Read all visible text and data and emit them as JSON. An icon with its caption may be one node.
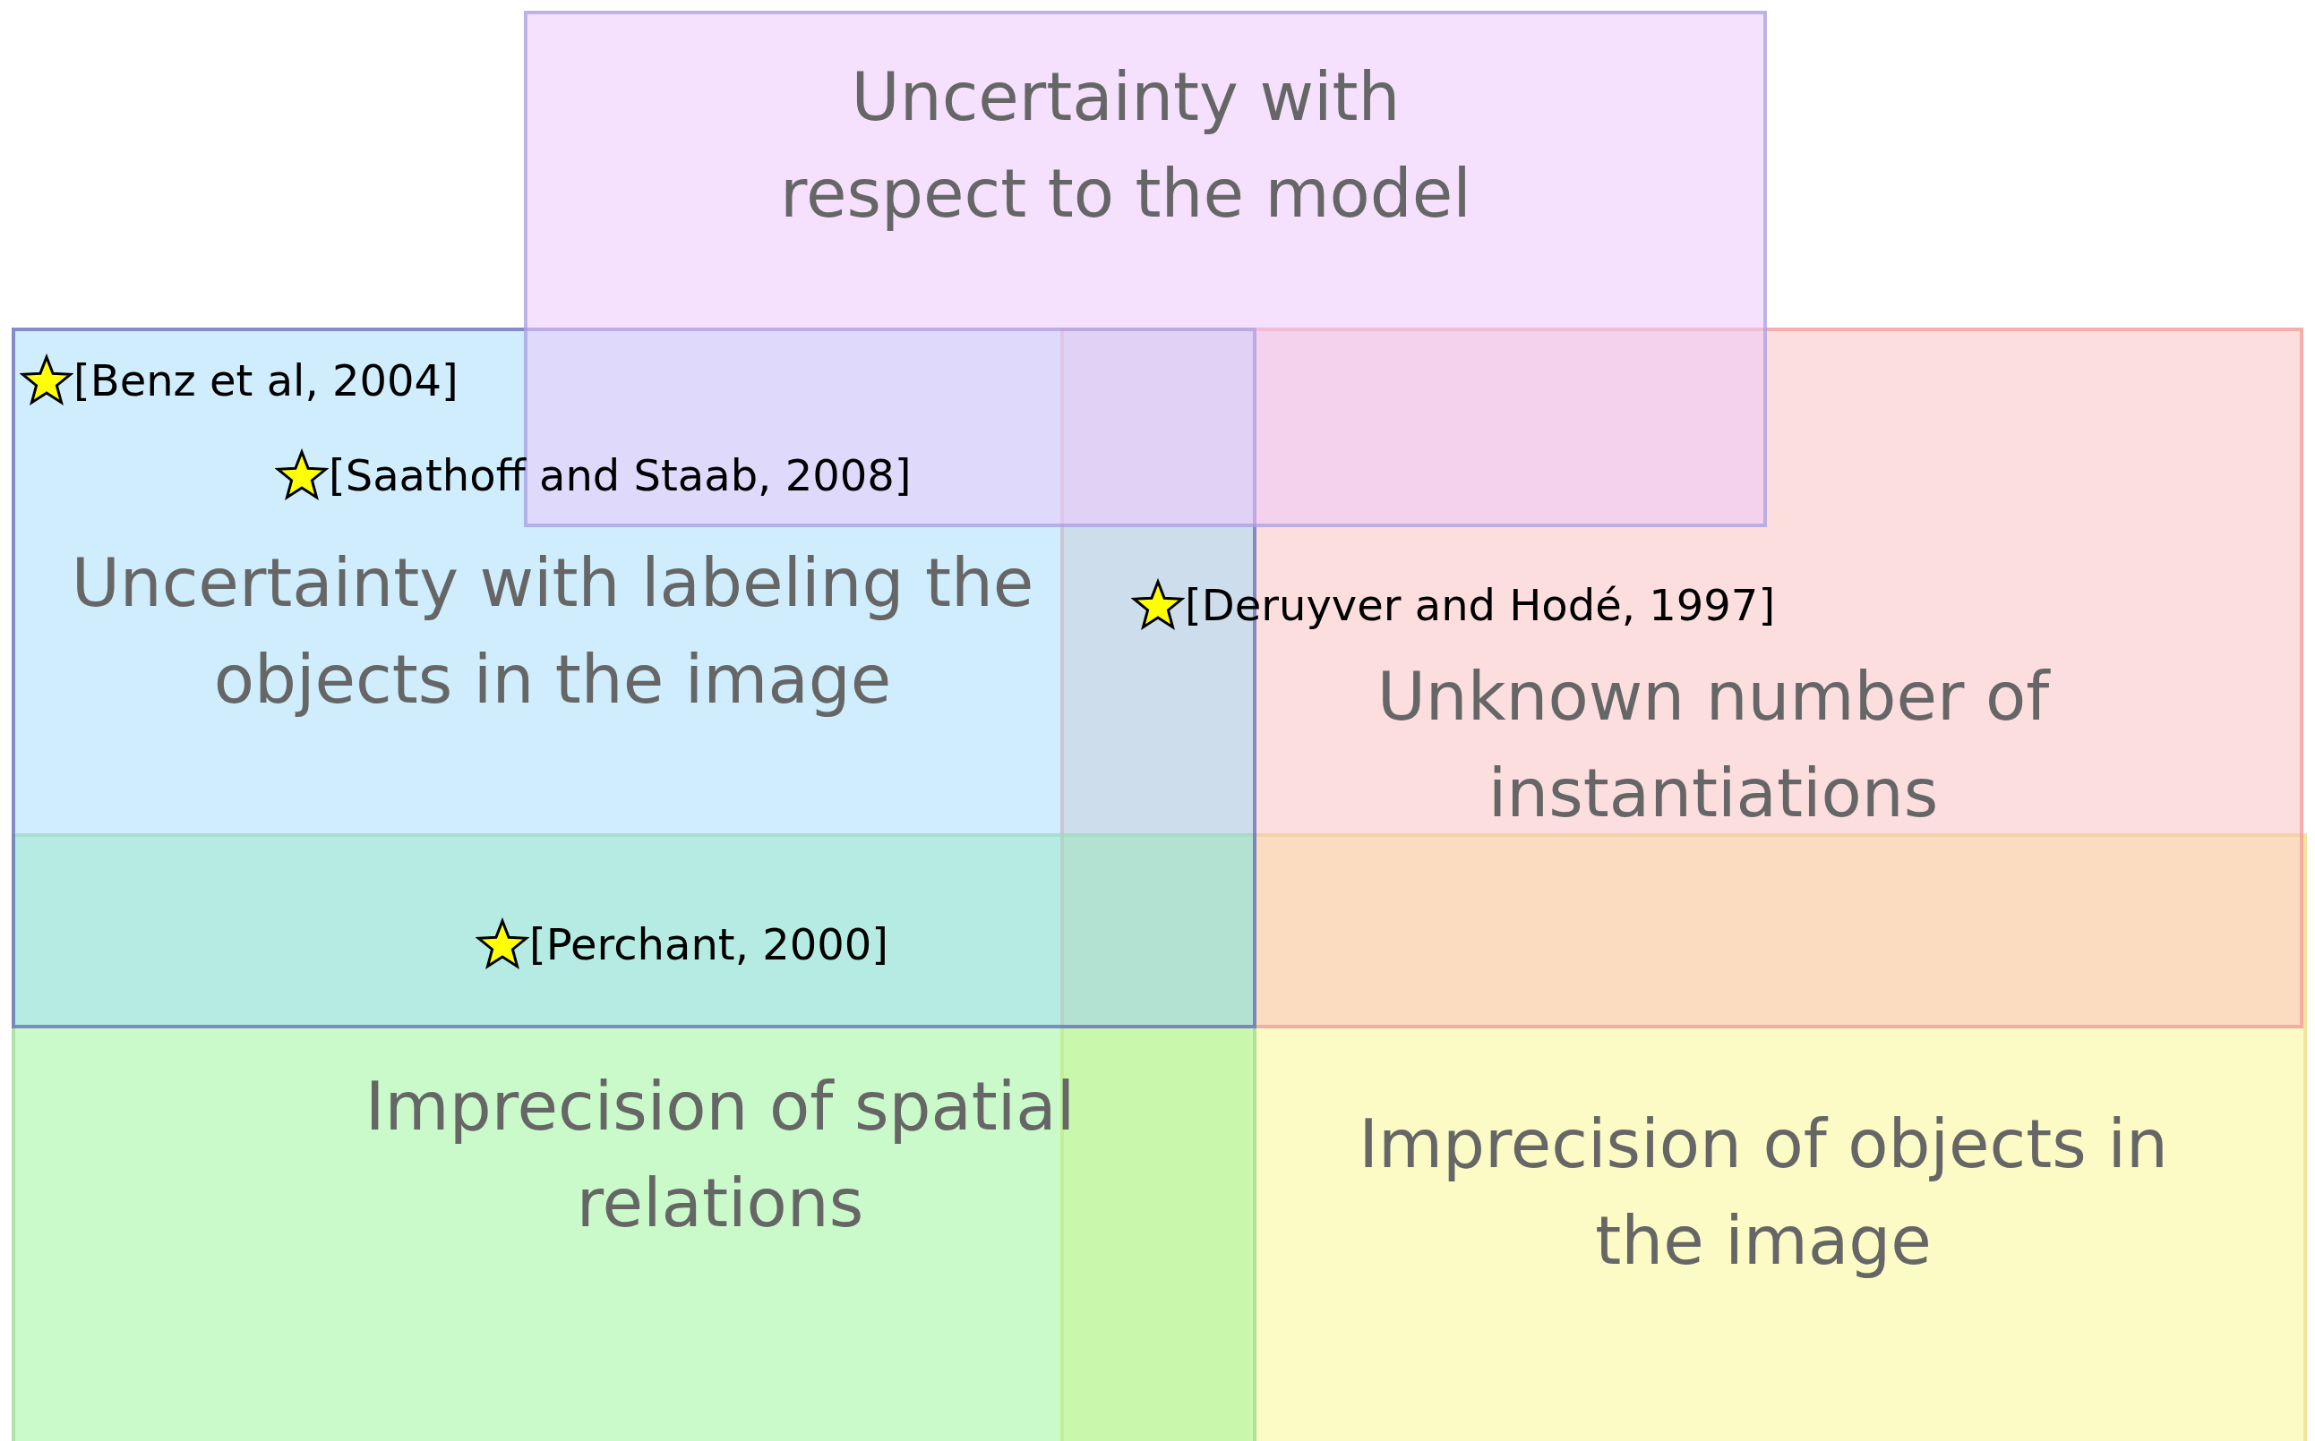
{
  "diagram": {
    "nodes": [
      {
        "text": [
          "Uncertainty with respect to the model"
        ]
      },
      {
        "text": [
          "Uncertainty with labeling the objects in the image"
        ]
      },
      {
        "text": [
          "Unknown number of instantiations"
        ]
      },
      {
        "text": [
          "Imprecision of spatial relations"
        ]
      },
      {
        "text": [
          "Imprecision of objects in the image"
        ]
      }
    ],
    "labels": [
      "[Benz et al, 2004]",
      "[Saathoff and Staab, 2008]",
      "[Deruyver and Hodé, 1997]",
      "[Perchant, 2000]"
    ]
  }
}
